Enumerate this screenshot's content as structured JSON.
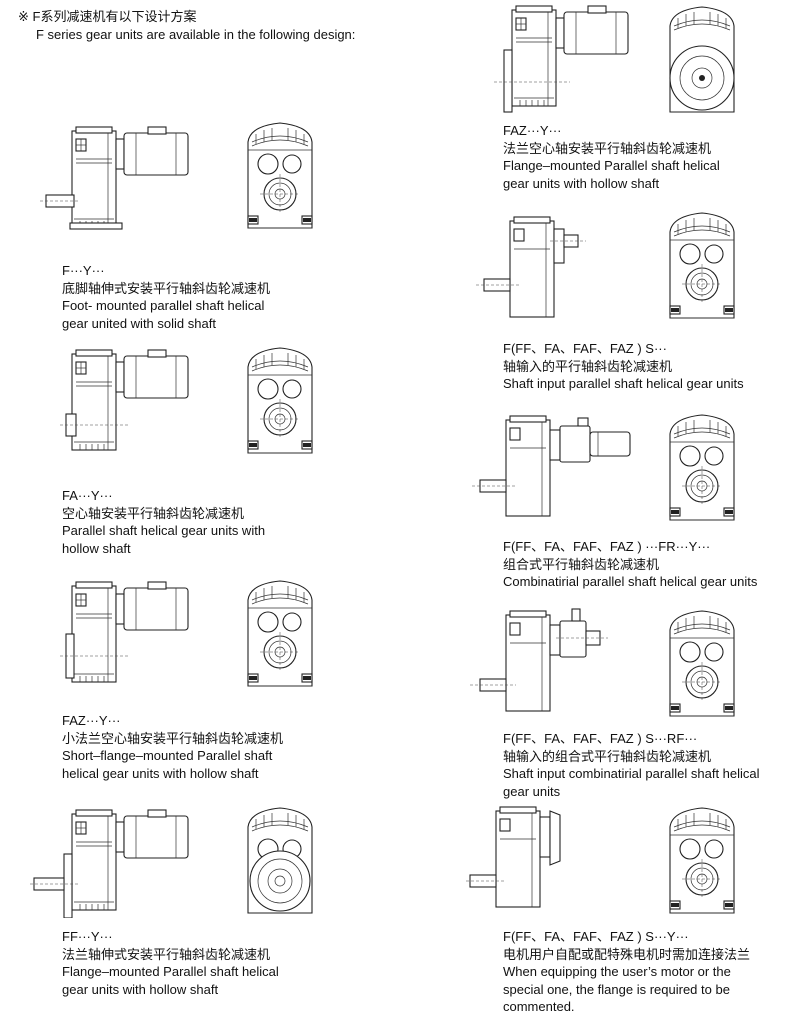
{
  "header": {
    "title_cn": "※ F系列减速机有以下设计方案",
    "title_en": "F series gear units are available in the following design:"
  },
  "left_column": [
    {
      "code": "F···Y···",
      "cn": "底脚轴伸式安装平行轴斜齿轮减速机",
      "en": [
        "Foot- mounted parallel shaft helical",
        "gear united with solid shaft"
      ]
    },
    {
      "code": "FA···Y···",
      "cn": "空心轴安装平行轴斜齿轮减速机",
      "en": [
        "Parallel shaft helical gear units with",
        "hollow shaft"
      ]
    },
    {
      "code": "FAZ···Y···",
      "cn": "小法兰空心轴安装平行轴斜齿轮减速机",
      "en": [
        "Short–flange–mounted Parallel shaft",
        "helical gear units with hollow shaft"
      ]
    },
    {
      "code": "FF···Y···",
      "cn": "法兰轴伸式安装平行轴斜齿轮减速机",
      "en": [
        "Flange–mounted Parallel shaft helical",
        "gear units with hollow shaft"
      ]
    }
  ],
  "right_column": [
    {
      "code": "FAZ···Y···",
      "cn": "法兰空心轴安装平行轴斜齿轮减速机",
      "en": [
        "Flange–mounted Parallel shaft helical",
        "gear units with hollow shaft"
      ]
    },
    {
      "code": "F(FF、FA、FAF、FAZ ) S···",
      "cn": "轴输入的平行轴斜齿轮减速机",
      "en": [
        "Shaft input parallel shaft helical gear units"
      ]
    },
    {
      "code": "F(FF、FA、FAF、FAZ ) ···FR···Y···",
      "cn": "组合式平行轴斜齿轮减速机",
      "en": [
        "Combinatirial parallel shaft helical gear units"
      ]
    },
    {
      "code": "F(FF、FA、FAF、FAZ ) S···RF···",
      "cn": "轴输入的组合式平行轴斜齿轮减速机",
      "en": [
        "Shaft input combinatirial parallel shaft helical",
        "gear units"
      ]
    },
    {
      "code": "F(FF、FA、FAF、FAZ ) S···Y···",
      "cn": "电机用户自配或配特殊电机时需加连接法兰",
      "en": [
        "When equipping the user’s motor or the",
        "special one, the flange is required to be",
        "commented."
      ]
    }
  ]
}
